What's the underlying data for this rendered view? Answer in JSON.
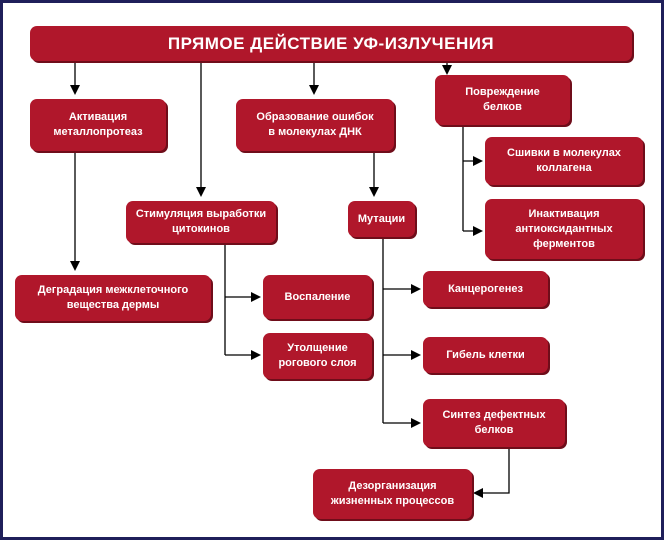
{
  "title": "ПРЯМОЕ ДЕЙСТВИЕ УФ-ИЗЛУЧЕНИЯ",
  "nodes": {
    "activation": "Активация\nметаллопротеаз",
    "dna_errors": "Образование ошибок\nв молекулах ДНК",
    "protein_damage": "Повреждение\nбелков",
    "collagen_crosslinks": "Сшивки в молекулах\nколлагена",
    "antioxidant_inactivation": "Инактивация\nантиоксидантных\nферментов",
    "cytokine_stimulation": "Стимуляция выработки\nцитокинов",
    "mutations": "Мутации",
    "dermis_degradation": "Деградация межклеточного\nвещества дермы",
    "inflammation": "Воспаление",
    "carcinogenesis": "Канцерогенез",
    "stratum_thickening": "Утолщение\nрогового слоя",
    "cell_death": "Гибель клетки",
    "defective_proteins": "Синтез дефектных\nбелков",
    "life_disorganization": "Дезорганизация\nжизненных процессов"
  }
}
